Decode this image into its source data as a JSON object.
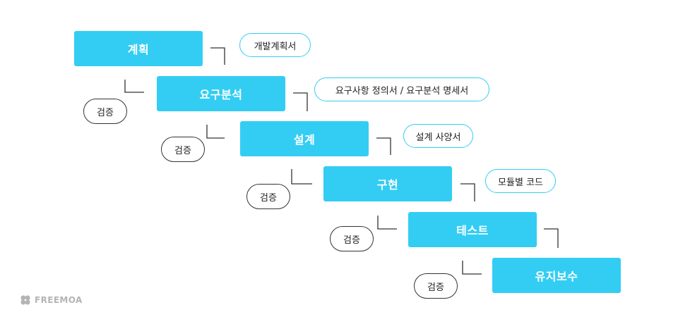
{
  "phases": [
    {
      "label": "계획"
    },
    {
      "label": "요구분석"
    },
    {
      "label": "설계"
    },
    {
      "label": "구현"
    },
    {
      "label": "테스트"
    },
    {
      "label": "유지보수"
    }
  ],
  "deliverables": [
    {
      "label": "개발계획서"
    },
    {
      "label": "요구사항 정의서 / 요구분석 명세서"
    },
    {
      "label": "설계 사양서"
    },
    {
      "label": "모듈별 코드"
    }
  ],
  "verification": [
    {
      "label": "검증"
    },
    {
      "label": "검증"
    },
    {
      "label": "검증"
    },
    {
      "label": "검증"
    },
    {
      "label": "검증"
    }
  ],
  "watermark": {
    "text": "FREEMOA",
    "icon": "clover-logo-icon"
  },
  "colors": {
    "phase": "#33cdf3",
    "outline": "#33cdf3",
    "text": "#222222"
  }
}
